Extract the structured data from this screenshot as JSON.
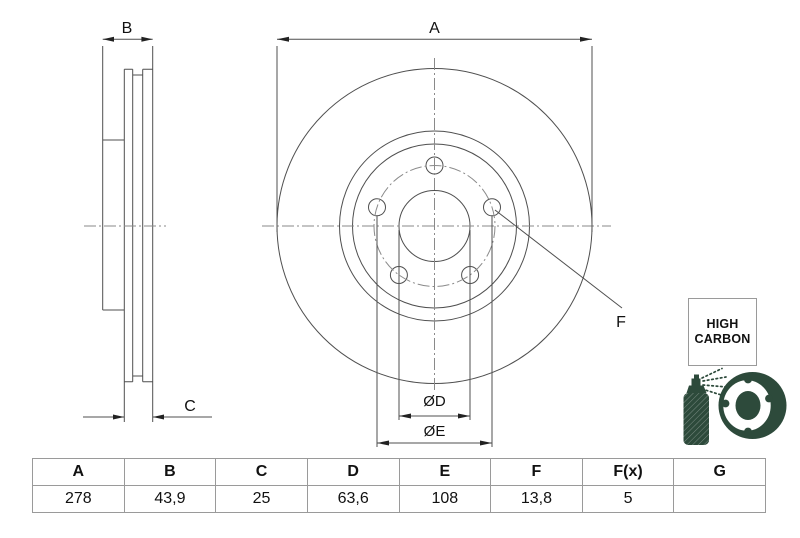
{
  "drawing": {
    "dim_labels": {
      "a": "A",
      "b": "B",
      "c": "C",
      "d": "ØD",
      "e": "ØE",
      "f": "F"
    },
    "badge": {
      "line1": "HIGH",
      "line2": "CARBON"
    },
    "icons": [
      "spray-can-icon",
      "brake-disc-icon"
    ]
  },
  "spec_table": {
    "headers": [
      "A",
      "B",
      "C",
      "D",
      "E",
      "F",
      "F(x)",
      "G"
    ],
    "values": [
      "278",
      "43,9",
      "25",
      "63,6",
      "108",
      "13,8",
      "5",
      ""
    ]
  },
  "colors": {
    "line": "#4f4f4f",
    "centerline": "#8a8a8a",
    "table_border": "#9a9a9a",
    "icon_green": "#2d4a3b",
    "text": "#111111"
  }
}
